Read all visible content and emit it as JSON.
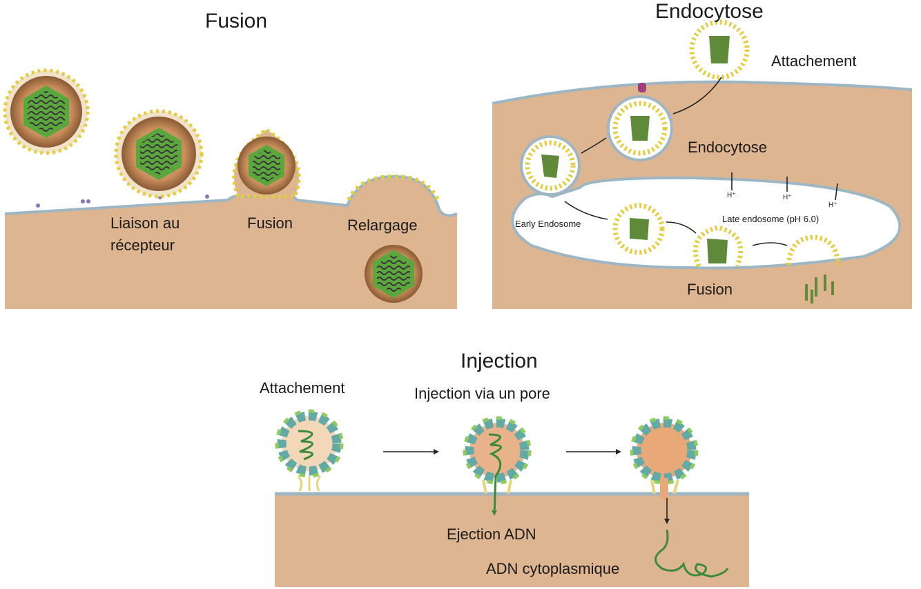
{
  "fusion": {
    "title": "Fusion",
    "label_binding": [
      "Liaison au",
      "récepteur"
    ],
    "label_fusion": "Fusion",
    "label_release": "Relargage"
  },
  "endocytosis": {
    "title": "Endocytose",
    "label_attach": "Attachement",
    "label_endocytosis": "Endocytose",
    "label_early": "Early Endosome",
    "label_late": "Late endosome (pH 6.0)",
    "label_h": [
      "H⁺",
      "H⁺",
      "H⁺"
    ],
    "label_fusion": "Fusion"
  },
  "injection": {
    "title": "Injection",
    "label_attach": "Attachement",
    "label_pore": "Injection via un pore",
    "label_ejection": "Ejection ADN",
    "label_cyto": "ADN cytoplasmique"
  },
  "colors": {
    "cell": "#deb591",
    "membrane": "#9db6c4",
    "capsid_green": "#5aa83c",
    "spike_yellow": "#e4cc3a",
    "genome": "#3b2f3f"
  }
}
